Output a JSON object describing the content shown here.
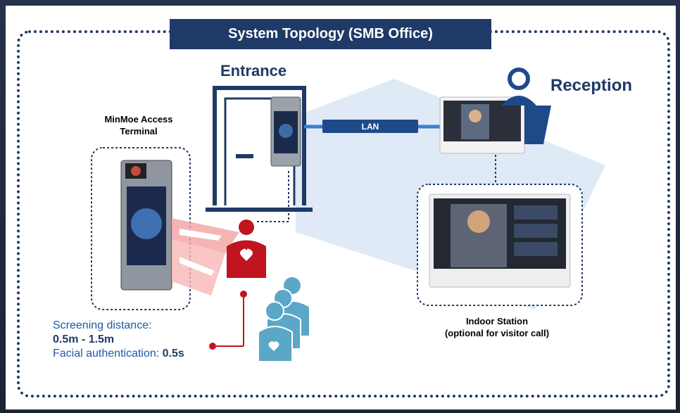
{
  "title": "System Topology (SMB Office)",
  "entrance_label": "Entrance",
  "reception_label": "Reception",
  "terminal_label": "MinMoe Access Terminal",
  "lan_label": "LAN",
  "indoor_station_label": "Indoor Station",
  "indoor_station_sub": "(optional for visitor call)",
  "screening_label": "Screening distance:",
  "screening_value": "0.5m - 1.5m",
  "facial_label": "Facial authentication:",
  "facial_value": "0.5s",
  "colors": {
    "navy": "#1f3a66",
    "accent_blue": "#1f5aa6",
    "red": "#c0141e",
    "teal": "#5aa7c8"
  }
}
